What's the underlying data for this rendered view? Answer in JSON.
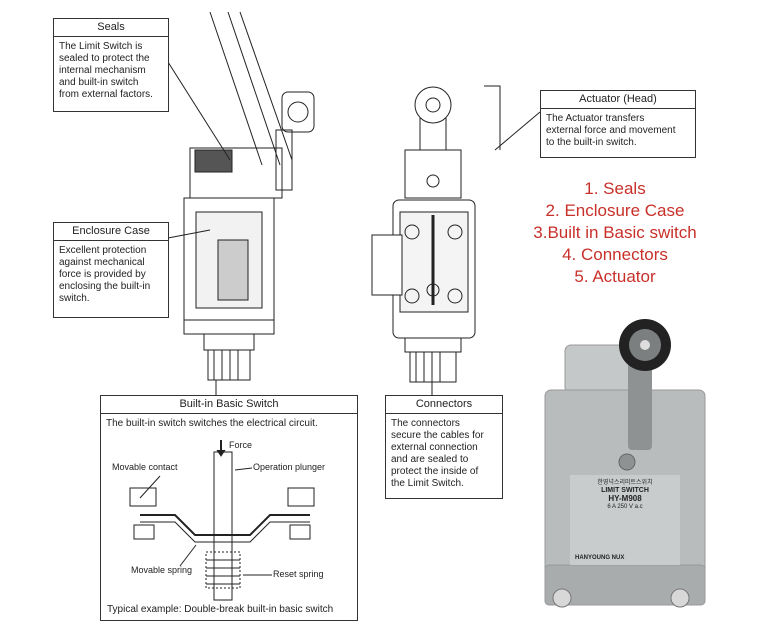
{
  "callouts": {
    "seals": {
      "title": "Seals",
      "lines": [
        "The Limit Switch is",
        "sealed to protect the",
        "internal mechanism",
        "and built-in switch",
        "from external factors."
      ]
    },
    "enclosure": {
      "title": "Enclosure Case",
      "lines": [
        "Excellent protection",
        "against mechanical",
        "force is provided by",
        "enclosing the built-in",
        "switch."
      ]
    },
    "actuator": {
      "title": "Actuator (Head)",
      "lines": [
        "The Actuator transfers",
        "external force and movement",
        "to the built-in switch."
      ]
    },
    "connectors": {
      "title": "Connectors",
      "lines": [
        "The connectors",
        "secure the cables for",
        "external connection",
        "and are sealed to",
        "protect the inside of",
        "the Limit Switch."
      ]
    },
    "basic": {
      "title": "Built-in Basic Switch",
      "description": "The built-in switch switches the electrical circuit.",
      "caption": "Typical example: Double-break built-in basic switch"
    }
  },
  "basic_labels": {
    "force": "Force",
    "movable_contact": "Movable contact",
    "plunger": "Operation plunger",
    "movable_spring": "Movable spring",
    "reset_spring": "Reset spring"
  },
  "parts_list": [
    "1. Seals",
    "2. Enclosure Case",
    "3.Built in Basic switch",
    "4. Connectors",
    "5. Actuator"
  ],
  "product": {
    "brand_kr": "한영넉스리미트스위치",
    "name": "LIMIT SWITCH",
    "model": "HY-M908",
    "rating": "6 A 250 V a.c",
    "maker": "HANYOUNG NUX"
  },
  "colors": {
    "accent_red": "#c8302a",
    "body_gray": "#b9bcbd",
    "line": "#222222"
  }
}
